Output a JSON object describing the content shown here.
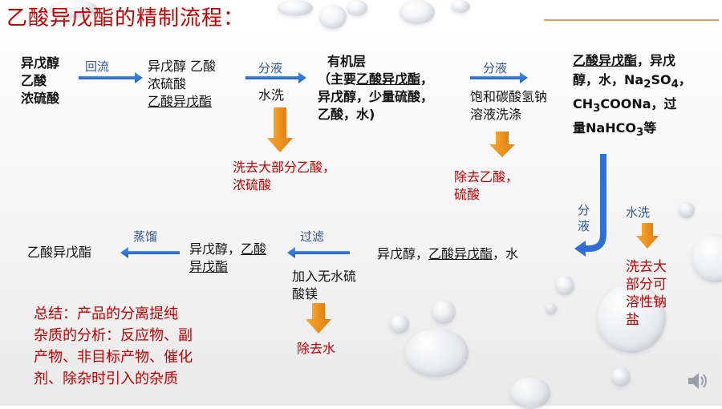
{
  "title": "乙酸异戊酯的精制流程：",
  "start": {
    "line1": "异戊醇",
    "line2": "乙酸",
    "line3": "浓硫酸"
  },
  "reflux_label": "回流",
  "mix1": {
    "line1": "异戊醇 乙酸",
    "line2": "浓硫酸",
    "line3": "乙酸异戊酯"
  },
  "sep1_label": "分液",
  "wash1_label": "水洗",
  "remove1": {
    "line1": "洗去大部分乙酸，",
    "line2": "浓硫酸"
  },
  "organic": {
    "line1": "有机层",
    "line2_pre": "（主要",
    "line2_u": "乙酸异戊酯",
    "line2_post": "，",
    "line3": "异戊醇，少量硫酸，",
    "line4": "乙酸，水)"
  },
  "sep2_label": "分液",
  "wash2": {
    "line1": "饱和碳酸氢钠",
    "line2": "溶液洗涤"
  },
  "remove2": {
    "line1": "除去乙酸，",
    "line2": "硫酸"
  },
  "mix3": {
    "line1_u": "乙酸异戊酯",
    "line1_post": "，异戊",
    "line2": "醇，水，Na",
    "line2_sub": "2",
    "line2_b": "SO",
    "line2_sub2": "4",
    "line2_c": "，",
    "line3_a": "CH",
    "line3_sub": "3",
    "line3_b": "COONa，过",
    "line4_a": "量NaHCO",
    "line4_sub": "3",
    "line4_b": "等"
  },
  "sep3_label": "分液",
  "wash3_label": "水洗",
  "remove3": {
    "line1": "洗去大",
    "line2": "部分可",
    "line3": "溶性钠",
    "line4": "盐"
  },
  "mix4": {
    "pre": "异戊醇，",
    "u": "乙酸异戊酯",
    "post": "，水"
  },
  "filter_label": "过滤",
  "dry": {
    "line1": "加入无水硫",
    "line2": "酸镁"
  },
  "remove4": "除去水",
  "mix5": {
    "line1_pre": "异戊醇，",
    "line1_u": "乙酸",
    "line2_u": "异戊酯"
  },
  "distill_label": "蒸馏",
  "product": "乙酸异戊酯",
  "summary": {
    "line1": "总结：产品的分离提纯",
    "line2": "杂质的分析：反应物、副",
    "line3": "产物、非目标产物、催化",
    "line4": "剂、除杂时引入的杂质"
  },
  "speaker_icon": "speaker-icon",
  "colors": {
    "accent_red": "#c00000",
    "arrow_blue": "#2f6fd6",
    "arrow_orange": "#f0901c",
    "label_blue": "#2f5597"
  }
}
